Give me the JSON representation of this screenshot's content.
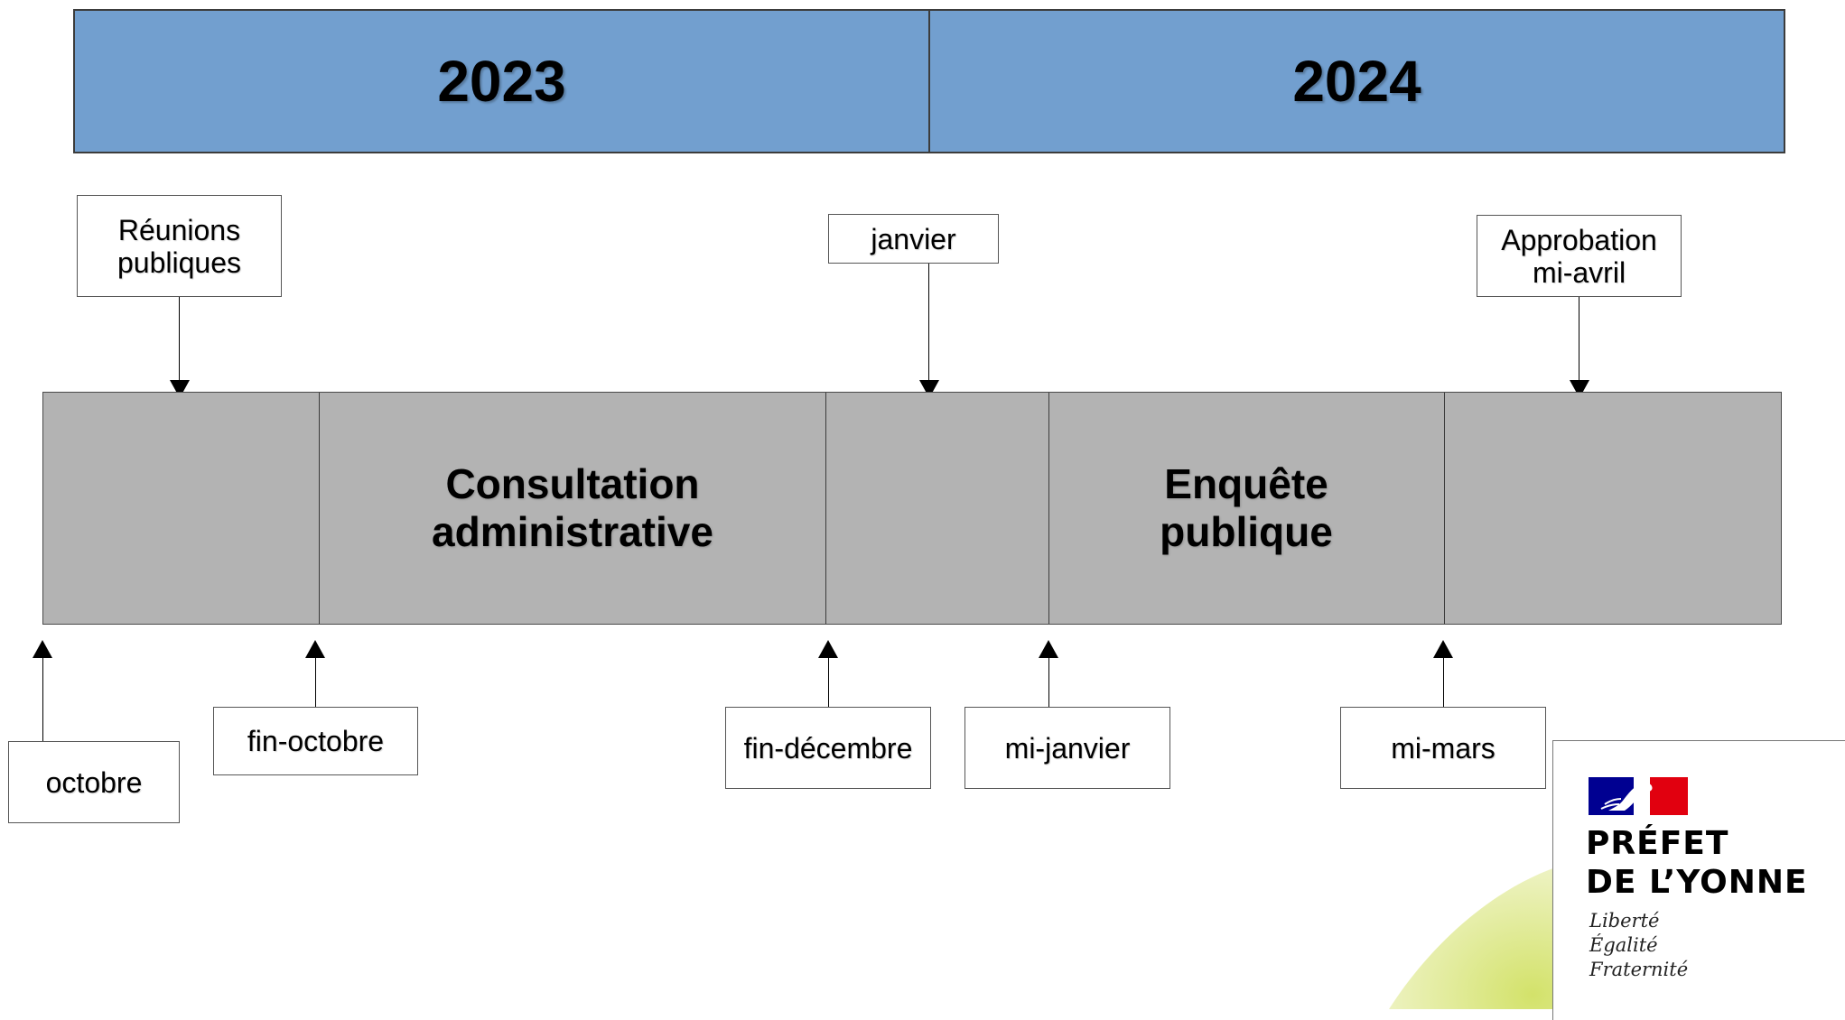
{
  "years": [
    "2023",
    "2024"
  ],
  "phases": {
    "consultation": "Consultation administrative",
    "enquete": "Enquête publique"
  },
  "callouts_above": {
    "reunions": "Réunions publiques",
    "janvier": "janvier",
    "approbation": "Approbation mi-avril"
  },
  "callouts_below": {
    "octobre": "octobre",
    "fin_octobre": "fin-octobre",
    "fin_decembre": "fin-décembre",
    "mi_janvier": "mi-janvier",
    "mi_mars": "mi-mars"
  },
  "logo": {
    "title_line1": "PRÉFET",
    "title_line2": "DE L’YONNE",
    "motto": [
      "Liberté",
      "Égalité",
      "Fraternité"
    ]
  },
  "colors": {
    "year_band": "#729fcf",
    "timeline": "#b3b3b3",
    "flag_blue": "#000091",
    "flag_red": "#e1000f",
    "background_accent": "#d8e57a"
  }
}
